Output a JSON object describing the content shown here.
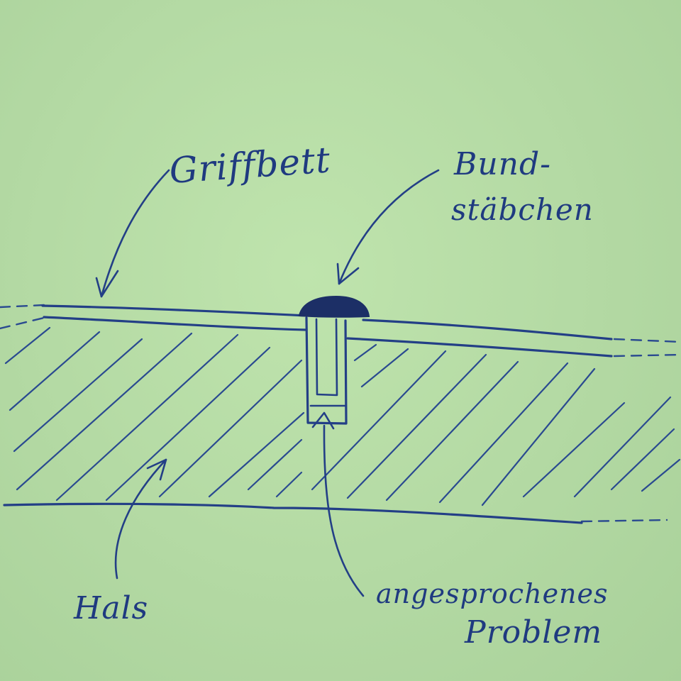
{
  "labels": {
    "fingerboard": "Griffbett",
    "fret_line1": "Bund-",
    "fret_line2": "stäbchen",
    "neck": "Hals",
    "problem_line1": "angesprochenes",
    "problem_line2": "Problem"
  },
  "colors": {
    "paper": "#b6dca6",
    "ink": "#233f86",
    "fret_crown": "#1c2f66"
  }
}
